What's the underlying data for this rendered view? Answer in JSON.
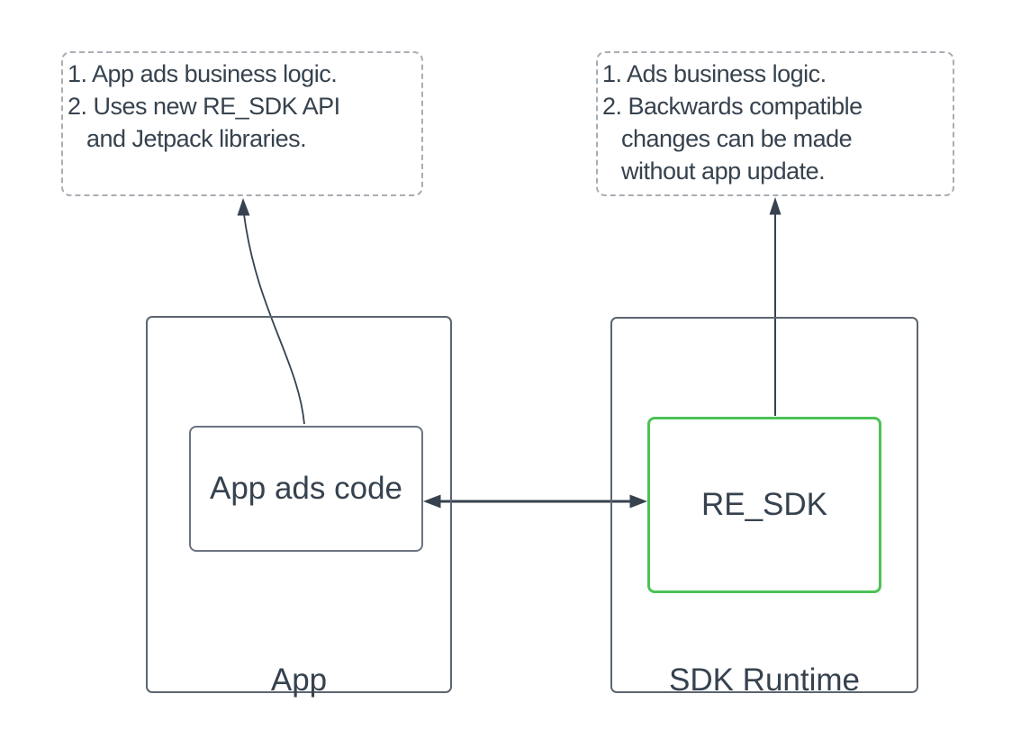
{
  "colors": {
    "background": "#ffffff",
    "text": "#36424e",
    "arrow": "#36424e",
    "box_border": "#5c6570",
    "inner_box_border": "#6b7380",
    "green_border": "#4cc356",
    "dashed_border": "#a9adb3"
  },
  "notes": {
    "left": {
      "lines": {
        "0": "1. App ads business logic.",
        "1": "2. Uses new RE_SDK API",
        "2": "and Jetpack libraries."
      }
    },
    "right": {
      "lines": {
        "0": "1. Ads business logic.",
        "1": "2. Backwards compatible",
        "2": "changes can be made",
        "3": "without app update."
      }
    }
  },
  "containers": {
    "app": {
      "label": "App",
      "child_label": "App ads code"
    },
    "sdk_runtime": {
      "label": "SDK Runtime",
      "child_label": "RE_SDK"
    }
  }
}
